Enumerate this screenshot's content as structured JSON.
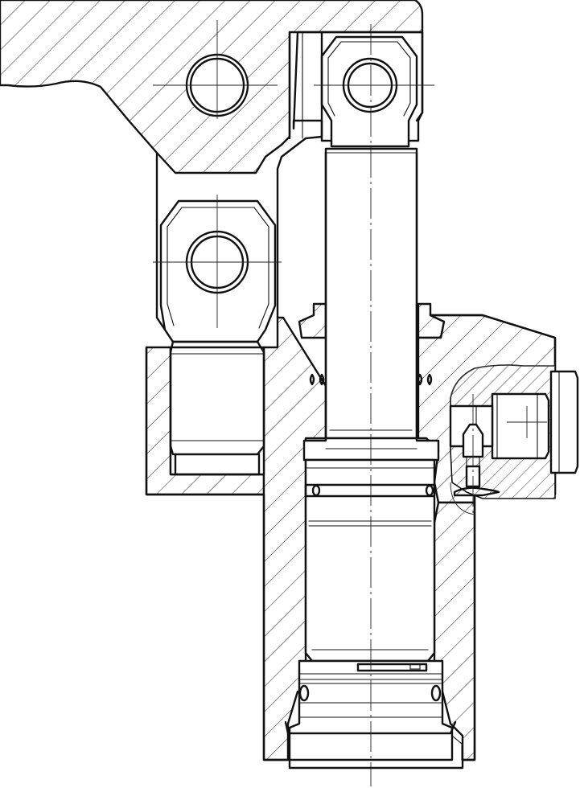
{
  "drawing": {
    "kind": "mechanical cross-section",
    "line_color": "#111111",
    "background": "#ffffff",
    "parts": [
      "lever-arm",
      "upper-clevis",
      "lower-clevis",
      "piston-rod",
      "housing-block",
      "threaded-adapter",
      "guide-bushing",
      "piston",
      "end-cap",
      "side-plug",
      "vent-valve",
      "pivot-pins"
    ]
  }
}
